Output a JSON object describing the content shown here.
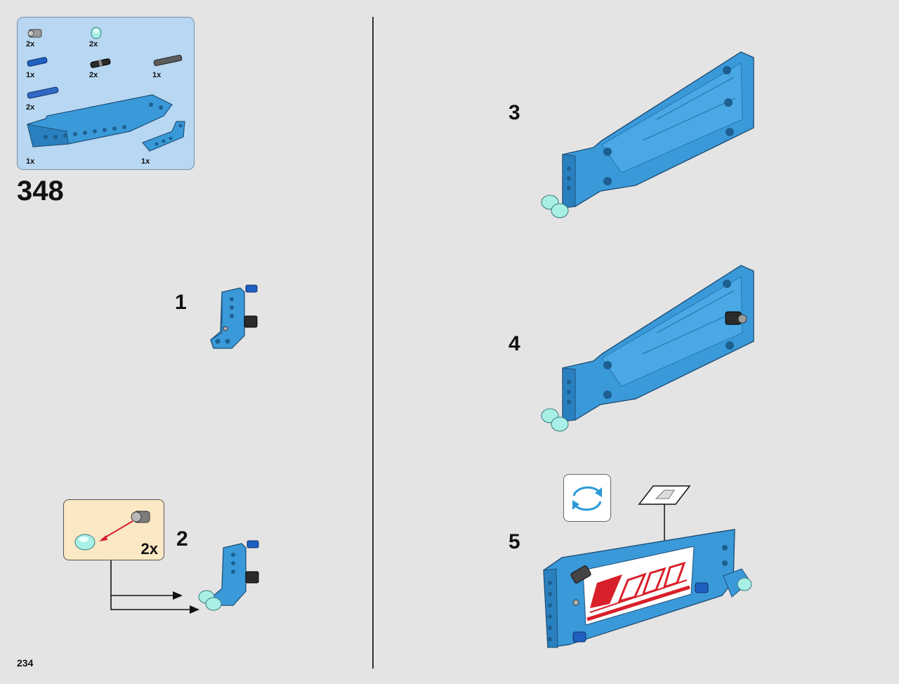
{
  "parts_list": {
    "items": [
      {
        "icon": "grey-bush-icon",
        "qty": "2x"
      },
      {
        "icon": "trans-light-blue-round-tile-icon",
        "qty": "2x"
      },
      {
        "icon": "blue-axle-pin-icon",
        "qty": "1x"
      },
      {
        "icon": "black-pin-icon",
        "qty": "2x"
      },
      {
        "icon": "grey-axle-icon",
        "qty": "1x"
      },
      {
        "icon": "blue-long-pin-icon",
        "qty": "2x"
      },
      {
        "icon": "azure-panel-icon",
        "qty": "1x"
      },
      {
        "icon": "azure-bent-beam-icon",
        "qty": "1x"
      }
    ]
  },
  "step_number": "348",
  "substeps": {
    "s1": "1",
    "s2": "2",
    "s3": "3",
    "s4": "4",
    "s5": "5"
  },
  "callout": {
    "qty": "2x"
  },
  "page_number": "234",
  "colors": {
    "azure": "#3a9ad9",
    "azure_dark": "#1f6fa8",
    "parts_bg": "#b7d7f2",
    "callout_bg": "#fbe8c4",
    "trans_light_blue": "#a8efe6",
    "red_stripe": "#d8202a",
    "page_bg": "#e4e4e4"
  }
}
